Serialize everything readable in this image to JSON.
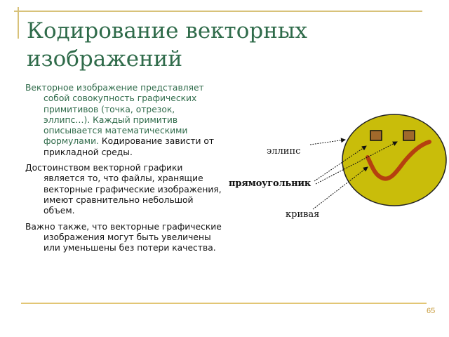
{
  "slide": {
    "title": "Кодирование векторных изображений",
    "paragraphs": [
      {
        "green": "Векторное изображение представляет собой совокупность графических примитивов (точка, отрезок, эллипс…). Каждый примитив описывается математическими формулами.",
        "black": " Кодирование зависти от прикладной среды."
      },
      {
        "text": "Достоинством векторной графики является то, что файлы, хранящие векторные графические изображения, имеют сравнительно небольшой объем."
      },
      {
        "text": "Важно также, что векторные графические изображения могут быть увеличены или уменьшены без потери качества."
      }
    ],
    "diagram": {
      "labels": {
        "ellipse": "эллипс",
        "rectangle": "прямоугольник",
        "curve": "кривая"
      },
      "colors": {
        "face": "#c9bd0a",
        "face_outline": "#222222",
        "eye": "#a0692b",
        "smile": "#b5400f"
      }
    },
    "page_number": "65",
    "colors": {
      "title": "#2f6b4a",
      "frame_line": "#d8c27a",
      "page_number": "#c79a3a"
    }
  }
}
